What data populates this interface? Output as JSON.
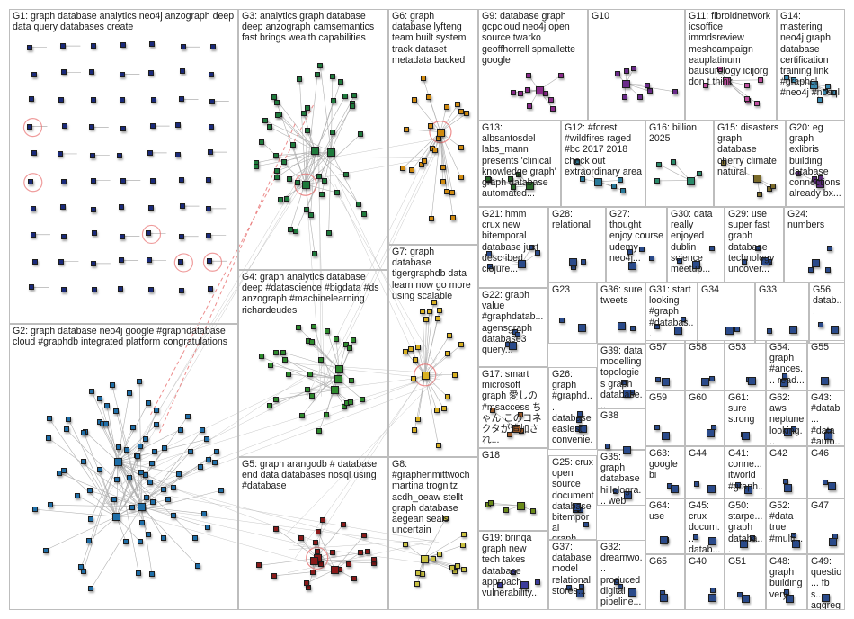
{
  "graph": {
    "title": "",
    "colors": {
      "G1": "#1a2a7a",
      "G2": "#1e6ea8",
      "G3": "#1e7a3c",
      "G4": "#2d8a2d",
      "G5": "#8a1a1a",
      "G6": "#d08a10",
      "G7": "#d8b020",
      "G8": "#c8c040",
      "G9": "#8a2a8a",
      "G10": "#6a2a8a",
      "G11": "#c050a0",
      "G12": "#2a7a9a",
      "G13": "#2a6a2a",
      "G14": "#3a8ab0",
      "G15": "#7a6a2a",
      "G16": "#2a8a6a",
      "G17": "#9a5a2a",
      "G18": "#6a8a1a",
      "G19": "#3a3a9a",
      "G20": "#5a2a7a",
      "other": "#2a4a8a",
      "edge": "#b0b0b0",
      "inter_edge": "#e87070"
    },
    "groups": [
      {
        "id": "G1",
        "label": "G1: graph database analytics neo4j anzograph deep data query databases create"
      },
      {
        "id": "G2",
        "label": "G2: graph database neo4j google #graphdatabase cloud #graphdb integrated platform congratulations"
      },
      {
        "id": "G3",
        "label": "G3: analytics graph database deep anzograph camsemantics fast brings wealth capabilities"
      },
      {
        "id": "G4",
        "label": "G4: graph analytics database deep #datascience #bigdata #ds anzograph #machinelearning richardeudes"
      },
      {
        "id": "G5",
        "label": "G5: graph arangodb # database end data databases nosql using #database"
      },
      {
        "id": "G6",
        "label": "G6: graph database lyfteng team built system track dataset metadata backed"
      },
      {
        "id": "G7",
        "label": "G7: graph database tigergraphdb data learn now go more using scalable"
      },
      {
        "id": "G8",
        "label": "G8: #graphenmittwoch martina trognitz acdh_oeaw stellt graph database aegean seals uncertain"
      },
      {
        "id": "G9",
        "label": "G9: database graph gcpcloud neo4j open source twarko geoffhorrell spmallette google"
      },
      {
        "id": "G10",
        "label": "G10"
      },
      {
        "id": "G11",
        "label": "G11: fibroidnetwork icsoffice immdsreview meshcampaign eauplatinum bausurology icijorg don t think"
      },
      {
        "id": "G14",
        "label": "G14: mastering neo4j graph database certification training link #graphql #neo4j #nosql"
      },
      {
        "id": "G13",
        "label": "G13: albsantosdel labs_mann presents 'clinical knowledge graph' graph database automated..."
      },
      {
        "id": "G12",
        "label": "G12: #forest #wildfires raged #bc 2017 2018 check out extraordinary area"
      },
      {
        "id": "G16",
        "label": "G16: billion 2025"
      },
      {
        "id": "G15",
        "label": "G15: disasters graph database cherry climate natural"
      },
      {
        "id": "G20",
        "label": "G20: eg graph exlibris building database connections already bx..."
      },
      {
        "id": "G21",
        "label": "G21: hmm crux new bitemporal database juxt described clojure..."
      },
      {
        "id": "G28",
        "label": "G28: relational"
      },
      {
        "id": "G27",
        "label": "G27: thought enjoy course udemy neo4j..."
      },
      {
        "id": "G30",
        "label": "G30: data really enjoyed dublin science meetup..."
      },
      {
        "id": "G29",
        "label": "G29: use super fast graph database technology uncover..."
      },
      {
        "id": "G24",
        "label": "G24: numbers"
      },
      {
        "id": "G22",
        "label": "G22: graph value #graphdatab... agensgraph database3 query..."
      },
      {
        "id": "G23",
        "label": "G23"
      },
      {
        "id": "G36",
        "label": "G36: sure tweets"
      },
      {
        "id": "G31",
        "label": "G31: start looking #graph #databas..."
      },
      {
        "id": "G34",
        "label": "G34"
      },
      {
        "id": "G33",
        "label": "G33"
      },
      {
        "id": "G56",
        "label": "G56: datab..."
      },
      {
        "id": "G17",
        "label": "G17: smart microsoft graph 愛しの #msaccess ちゃん このコネクタが追加され..."
      },
      {
        "id": "G26",
        "label": "G26: graph #graphd... database easiest convenie... cheapest..."
      },
      {
        "id": "G39",
        "label": "G39: data modelling topologies graph database..."
      },
      {
        "id": "G57",
        "label": "G57"
      },
      {
        "id": "G58",
        "label": "G58"
      },
      {
        "id": "G53",
        "label": "G53"
      },
      {
        "id": "G54",
        "label": "G54: graph #ances... read..."
      },
      {
        "id": "G55",
        "label": "G55"
      },
      {
        "id": "G38",
        "label": "G38"
      },
      {
        "id": "G59",
        "label": "G59"
      },
      {
        "id": "G60",
        "label": "G60"
      },
      {
        "id": "G61",
        "label": "G61: sure strong"
      },
      {
        "id": "G62",
        "label": "G62: aws neptune looking..."
      },
      {
        "id": "G43",
        "label": "G43: #datab... #data #auto..."
      },
      {
        "id": "G18",
        "label": "G18"
      },
      {
        "id": "G25",
        "label": "G25: crux open source document database bitemporal graph..."
      },
      {
        "id": "G35",
        "label": "G35: graph database hillelogra... web"
      },
      {
        "id": "G63",
        "label": "G63: google bi"
      },
      {
        "id": "G44",
        "label": "G44"
      },
      {
        "id": "G41",
        "label": "G41: conne... itworld #graph..."
      },
      {
        "id": "G42",
        "label": "G42"
      },
      {
        "id": "G46",
        "label": "G46"
      },
      {
        "id": "G64",
        "label": "G64: use"
      },
      {
        "id": "G45",
        "label": "G45: crux docum... datab..."
      },
      {
        "id": "G50",
        "label": "G50: starpe... graph databa..."
      },
      {
        "id": "G52",
        "label": "G52: #data true #multi..."
      },
      {
        "id": "G47",
        "label": "G47"
      },
      {
        "id": "G19",
        "label": "G19: brinqa graph new tech takes database approach vulnerability..."
      },
      {
        "id": "G37",
        "label": "G37: database model relational stores..."
      },
      {
        "id": "G32",
        "label": "G32: dreamwo... produced digital pipeline..."
      },
      {
        "id": "G65",
        "label": "G65"
      },
      {
        "id": "G40",
        "label": "G40"
      },
      {
        "id": "G51",
        "label": "G51"
      },
      {
        "id": "G48",
        "label": "G48: graph building very..."
      },
      {
        "id": "G49",
        "label": "G49: questio... fb s... aggreg..."
      }
    ]
  }
}
